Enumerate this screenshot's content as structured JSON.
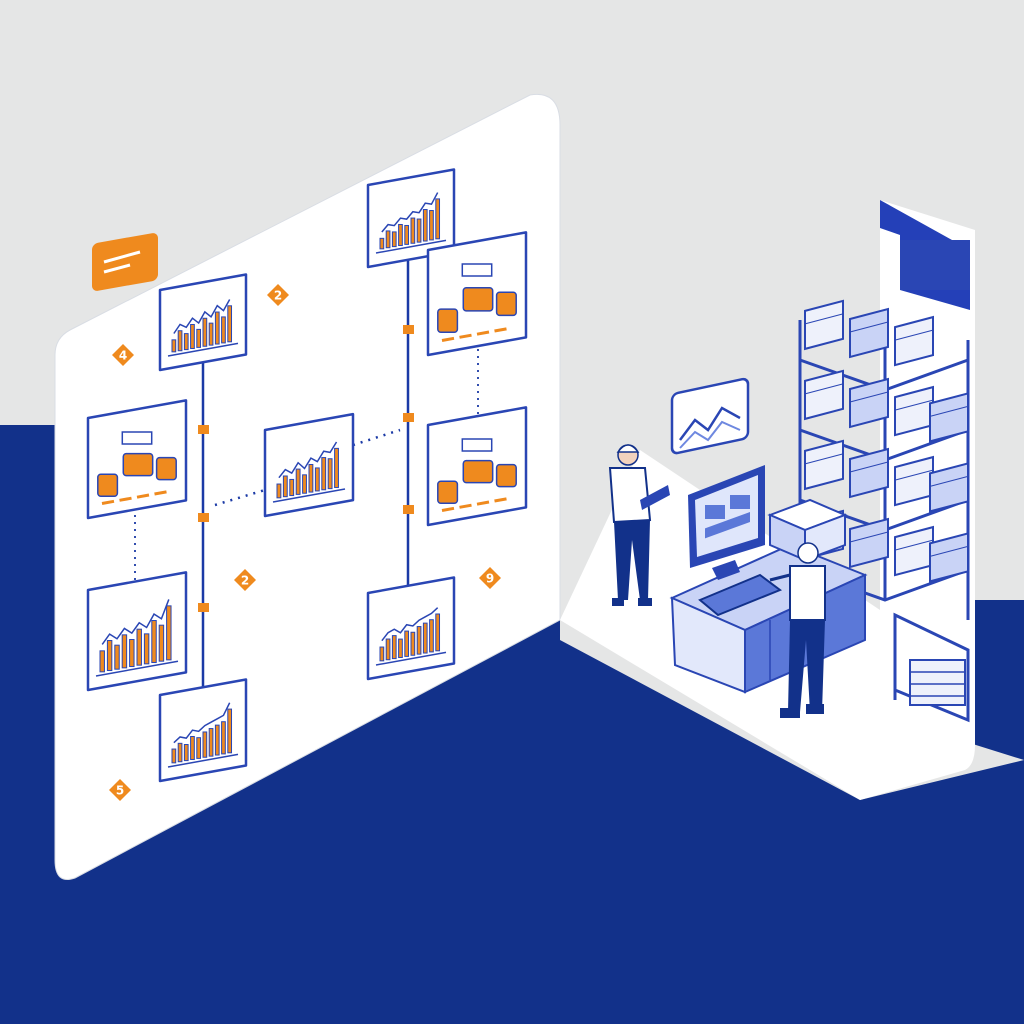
{
  "colors": {
    "background": "#e5e6e6",
    "navy": "#12318a",
    "outline": "#2a46b4",
    "orange": "#ef8a1e",
    "white": "#ffffff",
    "light_blue": "#c9d3f6",
    "mid_blue": "#5b78d8"
  },
  "diagram": {
    "nodes": [
      {
        "id": "chart-upper-left",
        "kind": "bar-chart",
        "values": [
          0.3,
          0.5,
          0.4,
          0.6,
          0.45,
          0.7,
          0.55,
          0.8,
          0.65,
          0.9
        ]
      },
      {
        "id": "chart-top-middle",
        "kind": "bar-chart",
        "values": [
          0.25,
          0.4,
          0.35,
          0.5,
          0.45,
          0.6,
          0.55,
          0.75,
          0.7,
          0.95
        ]
      },
      {
        "id": "boxes-left",
        "kind": "inventory-card"
      },
      {
        "id": "chart-center",
        "kind": "bar-chart",
        "values": [
          0.3,
          0.45,
          0.35,
          0.55,
          0.4,
          0.6,
          0.5,
          0.7,
          0.65,
          0.85
        ]
      },
      {
        "id": "boxes-right-upper",
        "kind": "inventory-card"
      },
      {
        "id": "boxes-right-lower",
        "kind": "inventory-card"
      },
      {
        "id": "chart-lower-left",
        "kind": "bar-chart",
        "values": [
          0.35,
          0.5,
          0.4,
          0.55,
          0.45,
          0.6,
          0.5,
          0.7,
          0.6,
          0.9
        ]
      },
      {
        "id": "chart-lower-middle",
        "kind": "bar-chart",
        "values": [
          0.3,
          0.45,
          0.5,
          0.4,
          0.55,
          0.5,
          0.6,
          0.65,
          0.7,
          0.8
        ]
      },
      {
        "id": "chart-bottom",
        "kind": "bar-chart",
        "values": [
          0.3,
          0.4,
          0.35,
          0.5,
          0.45,
          0.55,
          0.6,
          0.65,
          0.7,
          0.95
        ]
      }
    ],
    "step_badges": [
      "4",
      "2",
      "2",
      "9",
      "5"
    ]
  },
  "icons": [
    "line-chart-icon",
    "warehouse-shelf-icon",
    "computer-monitor-icon",
    "tablet-icon"
  ]
}
